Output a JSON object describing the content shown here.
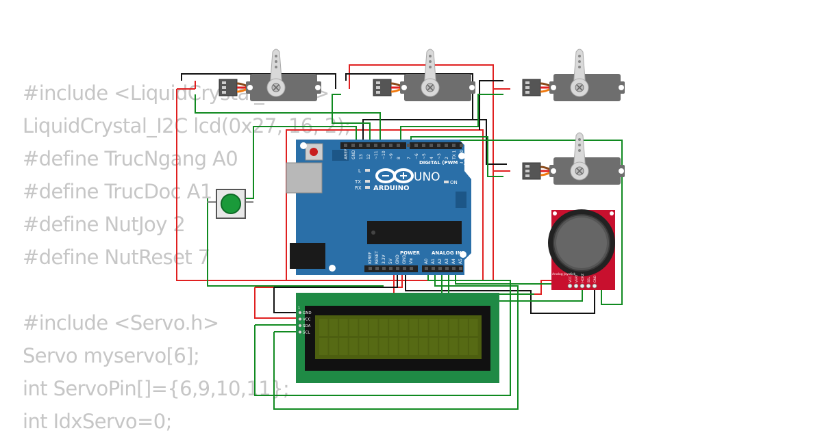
{
  "code": {
    "lines": [
      "#include <LiquidCrystal_I2C.h>",
      "LiquidCrystal_I2C lcd(0x27, 16, 2);",
      "#define TrucNgang A0",
      "#define TrucDoc A1",
      "#define NutJoy 2",
      "#define NutReset 7",
      "",
      "#include <Servo.h>",
      "Servo myservo[6];",
      "int ServoPin[]={6,9,10,11};",
      "int IdxServo=0;"
    ]
  },
  "arduino": {
    "brand": "ARDUINO",
    "model": "UNO",
    "digital_label": "DIGITAL (PWM ~)",
    "power_label": "POWER",
    "analog_label": "ANALOG IN",
    "on_label": "ON",
    "l_label": "L",
    "tx_label": "TX",
    "rx_label": "RX",
    "digital_pins": [
      "AREF",
      "GND",
      "13",
      "12",
      "~11",
      "~10",
      "~9",
      "8",
      "7",
      "~6",
      "~5",
      "4",
      "~3",
      "2",
      "TX 1",
      "RX 0"
    ],
    "power_pins": [
      "IOREF",
      "RESET",
      "3.3V",
      "5V",
      "GND",
      "GND",
      "Vin"
    ],
    "analog_pins": [
      "A0",
      "A1",
      "A2",
      "A3",
      "A4",
      "A5"
    ]
  },
  "lcd": {
    "pins": [
      "GND",
      "VCC",
      "SDA",
      "SCL"
    ],
    "pin_one": "1"
  },
  "joystick": {
    "name": "Analog Joystick",
    "pins": [
      "VCC",
      "VERT",
      "HORZ",
      "SEL",
      "GND"
    ]
  },
  "colors": {
    "board": "#2a6fa8",
    "board_dark": "#1c5687",
    "lcd_pcb": "#1f8a45",
    "lcd_screen": "#4d5f10",
    "wire_red": "#e02020",
    "wire_green": "#108a20",
    "wire_black": "#111111",
    "servo_body": "#6e6e6e",
    "joystick_pcb": "#c8102e",
    "button_green": "#1a9a3a",
    "code_text": "#c6c6c6"
  }
}
